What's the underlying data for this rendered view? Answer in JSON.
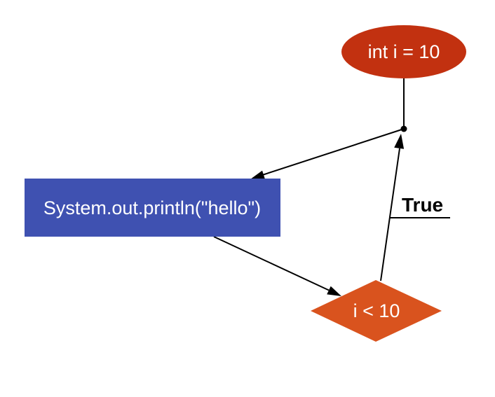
{
  "diagram": {
    "type": "flowchart",
    "background": "#ffffff",
    "edge_color": "#000000",
    "edge_label_color": "#000000",
    "nodes": {
      "start": {
        "id": "start",
        "shape": "ellipse",
        "label": "int i = 10",
        "fill": "#c23110",
        "text_color": "#ffffff"
      },
      "body": {
        "id": "body",
        "shape": "rectangle",
        "label": "System.out.println(\"hello\")",
        "fill": "#3f51b1",
        "text_color": "#ffffff"
      },
      "condition": {
        "id": "condition",
        "shape": "diamond",
        "label": "i < 10",
        "fill": "#d9531e",
        "text_color": "#ffffff"
      }
    },
    "edges": [
      {
        "from": "start",
        "to": "loop-junction",
        "label": ""
      },
      {
        "from": "loop-junction",
        "to": "body",
        "label": ""
      },
      {
        "from": "body",
        "to": "condition",
        "label": ""
      },
      {
        "from": "condition",
        "to": "loop-junction",
        "label": "True"
      }
    ]
  }
}
